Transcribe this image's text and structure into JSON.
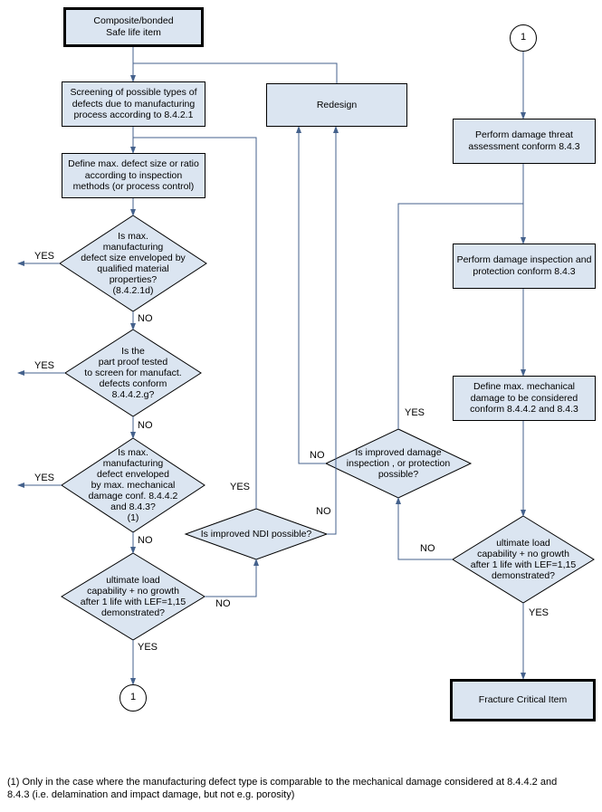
{
  "palette": {
    "node_fill": "#dbe5f1",
    "node_border": "#000000",
    "connector": "#44618c",
    "background": "#ffffff"
  },
  "nodes": {
    "start": "Composite/bonded\nSafe life item",
    "screening": "Screening of possible types of\ndefects due to manufacturing\nprocess according to  8.4.2.1",
    "define_defect": "Define max. defect size or ratio\naccording to inspection\nmethods (or process control)",
    "d1": "Is max.\nmanufacturing\ndefect size enveloped by\nqualified material\nproperties?\n(8.4.2.1d)",
    "d2": "Is the\npart proof tested\nto screen for manufact.\ndefects conform\n8.4.4.2.g?",
    "d3": "Is max.\nmanufacturing\ndefect  enveloped\nby max. mechanical\ndamage conf. 8.4.4.2\nand 8.4.3?\n(1)",
    "d4": "ultimate load\ncapability + no growth\nafter 1 life with LEF=1,15\ndemonstrated?",
    "circle": "1",
    "redesign": "Redesign",
    "ndi": "Is improved NDI possible?",
    "threat": "Perform damage threat\nassessment conform  8.4.3",
    "inspection": "Perform damage inspection and\nprotection conform 8.4.3",
    "define_damage": "Define max. mechanical\ndamage to be considered\nconform 8.4.4.2 and 8.4.3",
    "dmg": "Is improved damage\ninspection , or  protection\npossible?",
    "d5": "ultimate load\ncapability + no growth\nafter 1 life with LEF=1,15\ndemonstrated?",
    "fracture": "Fracture Critical Item"
  },
  "labels": {
    "yes": "YES",
    "no": "NO"
  },
  "footnote": "(1)  Only in the case where the manufacturing defect type is comparable to the mechanical damage considered at 8.4.4.2 and\n8.4.3 (i.e. delamination and impact damage, but not e.g.  porosity)"
}
